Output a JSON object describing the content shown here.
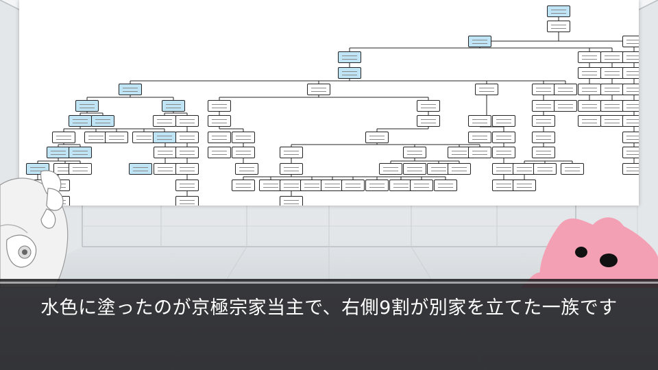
{
  "subtitle": {
    "text": "水色に塗ったのが京極宗家当主で、右側9割が別家を立てた一族です"
  },
  "colors": {
    "highlight": "#bfe4f6",
    "subtitle_bar": "#1c1c20",
    "character_pink": "#f4a0b4"
  },
  "scene": {
    "left_character": "white-haired-character",
    "right_character": "pink-slime-character"
  }
}
